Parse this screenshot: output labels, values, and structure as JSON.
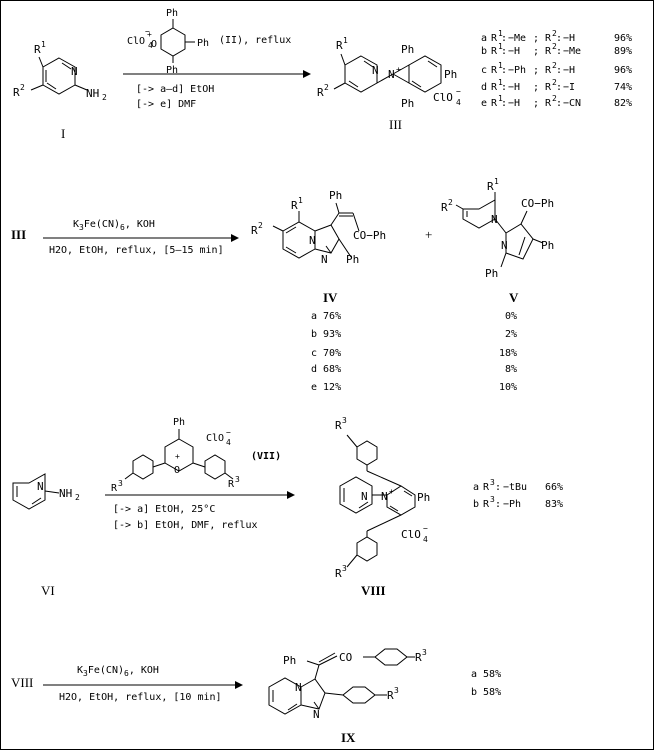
{
  "scheme1": {
    "compound_I": "I",
    "compound_III": "III",
    "reagent_label": "(II), reflux",
    "conditions": [
      "[-> a–d] EtOH",
      "[-> e] DMF"
    ],
    "yields": [
      {
        "tag": "a",
        "r1": "−Me",
        "r2": "−H",
        "yield": "96%"
      },
      {
        "tag": "b",
        "r1": "−H",
        "r2": "−Me",
        "yield": "89%"
      },
      {
        "tag": "c",
        "r1": "−Ph",
        "r2": "−H",
        "yield": "96%"
      },
      {
        "tag": "d",
        "r1": "−H",
        "r2": "−I",
        "yield": "74%"
      },
      {
        "tag": "e",
        "r1": "−H",
        "r2": "−CN",
        "yield": "82%"
      }
    ]
  },
  "scheme2": {
    "start": "III",
    "reagents": "K3Fe(CN)6, KOH",
    "conditions": "H2O, EtOH, reflux, [5–15 min]",
    "product_IV": "IV",
    "product_V": "V",
    "plus": "+",
    "rows": [
      {
        "iv": "a 76%",
        "v": "0%"
      },
      {
        "iv": "b 93%",
        "v": "2%"
      },
      {
        "iv": "c 70%",
        "v": "18%"
      },
      {
        "iv": "d 68%",
        "v": "8%"
      },
      {
        "iv": "e 12%",
        "v": "10%"
      }
    ]
  },
  "scheme3": {
    "start": "VI",
    "reagent_tag": "(VII)",
    "conditions": [
      "[-> a] EtOH, 25°C",
      "[-> b] EtOH, DMF, reflux"
    ],
    "product": "VIII",
    "yields": [
      {
        "tag": "a",
        "r3": "−tBu",
        "yield": "66%"
      },
      {
        "tag": "b",
        "r3": "−Ph",
        "yield": "83%"
      }
    ]
  },
  "scheme4": {
    "start": "VIII",
    "reagents": "K3Fe(CN)6, KOH",
    "conditions": "H2O, EtOH, reflux, [10 min]",
    "product": "IX",
    "yields": [
      "a 58%",
      "b 58%"
    ]
  }
}
